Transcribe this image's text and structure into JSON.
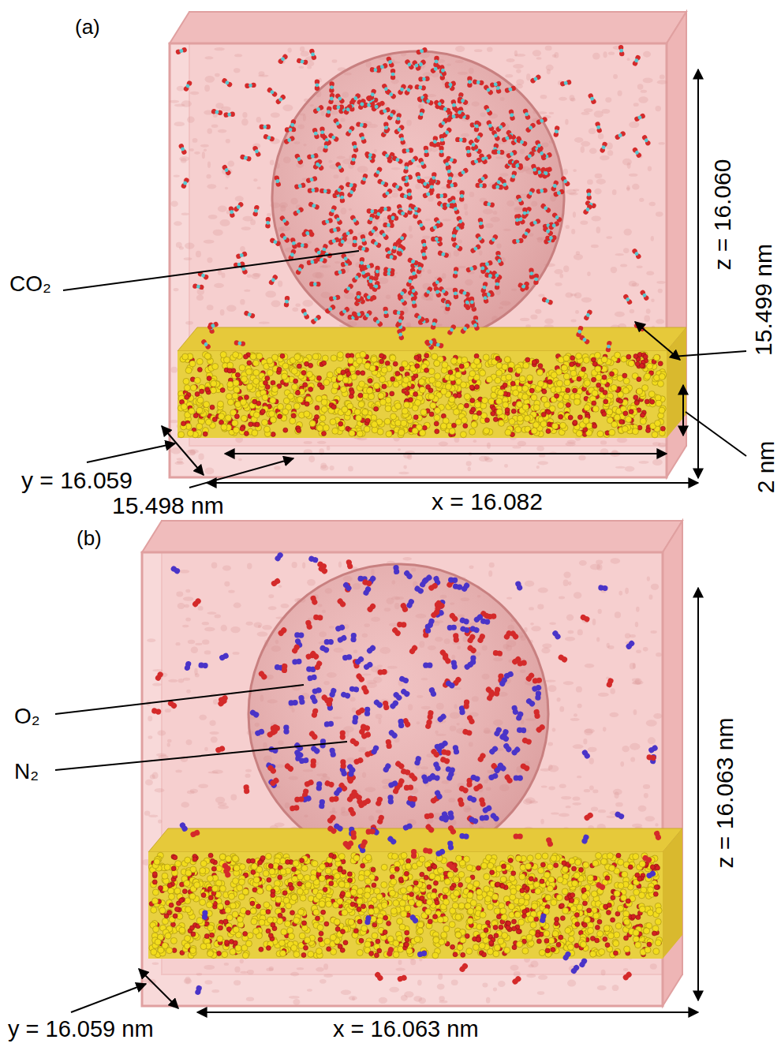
{
  "diagram": {
    "labels": [
      "(a)",
      "CO₂",
      "z = 16.060",
      "15.499 nm",
      "2 nm",
      "y = 16.059",
      "15.498 nm",
      "x = 16.082",
      "(b)",
      "O₂",
      "N₂",
      "z = 16.063 nm",
      "y = 16.059 nm",
      "x = 16.063 nm"
    ]
  }
}
